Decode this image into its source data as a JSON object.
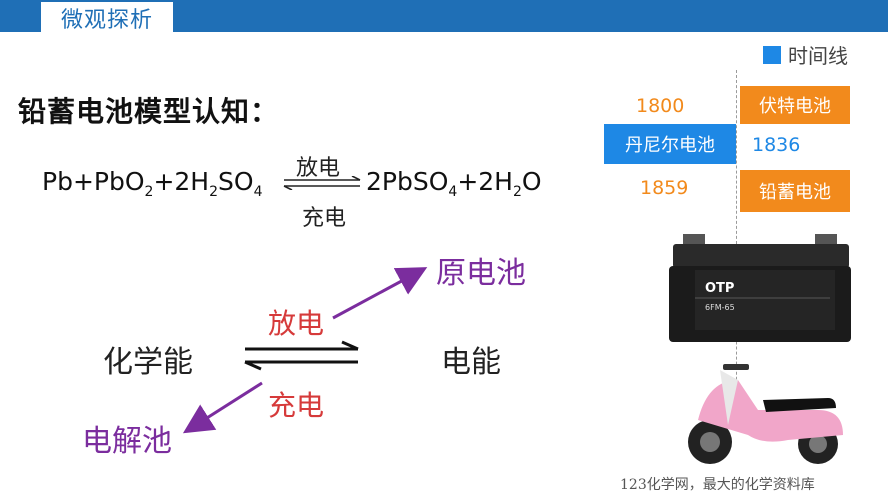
{
  "header": {
    "tab_label": "微观探析"
  },
  "legend": {
    "label": "时间线"
  },
  "timeline": {
    "year_1800": "1800",
    "inventor_1800": "伏特电池",
    "inventor_1836": "丹尼尔电池",
    "year_1836": "1836",
    "year_1859": "1859",
    "inventor_1859": "铅蓄电池"
  },
  "title": "铅蓄电池模型认知：",
  "equation": {
    "left": [
      "Pb+PbO",
      "2",
      "+2H",
      "2",
      "SO",
      "4"
    ],
    "right": [
      "2PbSO",
      "4",
      "+2H",
      "2",
      "O"
    ],
    "discharge": "放电",
    "charge": "充电"
  },
  "diagram": {
    "chemical": "化学能",
    "electric": "电能",
    "primary_cell": "原电池",
    "electrolytic_cell": "电解池",
    "discharge": "放电",
    "charge": "充电"
  },
  "battery": {
    "brand": "OTP",
    "model": "6FM-65"
  },
  "footer": "123化学网，最大的化学资料库",
  "colors": {
    "header_blue": "#1f6fb6",
    "orange": "#f28a1c",
    "blue": "#1e88e5",
    "purple": "#7b2d9e",
    "red": "#d63a3a"
  }
}
